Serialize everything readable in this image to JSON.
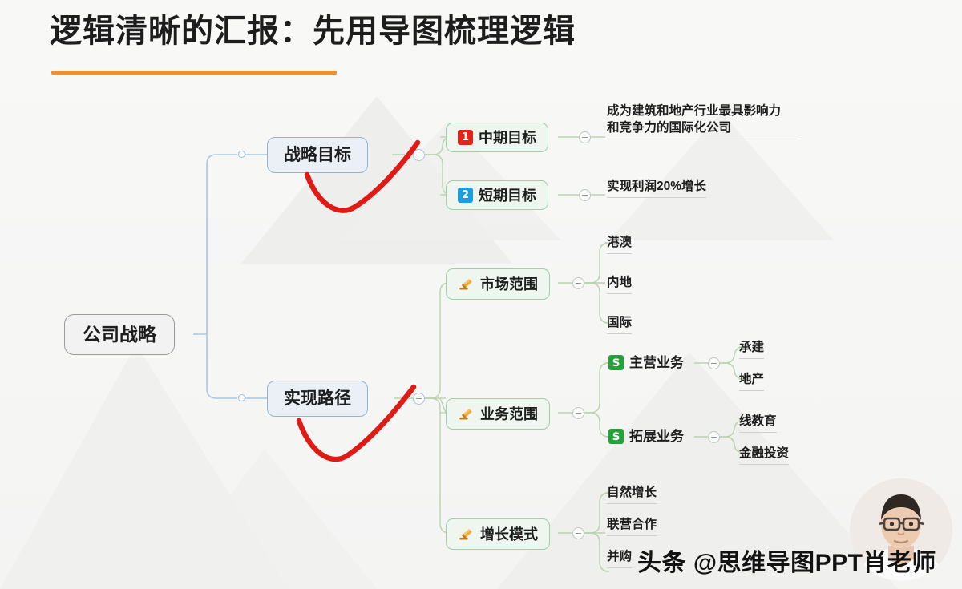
{
  "page": {
    "title": "逻辑清晰的汇报：先用导图梳理逻辑",
    "accent_underline_color": "#e8913a",
    "background_color": "#f6f6f5"
  },
  "watermark": {
    "text": "头条 @思维导图PPT肖老师"
  },
  "avatar": {
    "alt": "讲师头像"
  },
  "mindmap": {
    "root": {
      "label": "公司战略"
    },
    "branches": [
      {
        "label": "战略目标",
        "color": "#8eb4d6",
        "children": [
          {
            "label": "中期目标",
            "icon": "badge-number-1",
            "icon_color": "#e1251b",
            "leaves": [
              "成为建筑和地产行业最具影响力和竞争力的国际化公司"
            ]
          },
          {
            "label": "短期目标",
            "icon": "badge-number-2",
            "icon_color": "#1b9de1",
            "leaves": [
              "实现利润20%增长"
            ]
          }
        ]
      },
      {
        "label": "实现路径",
        "color": "#8eb4d6",
        "children": [
          {
            "label": "市场范围",
            "icon": "gavel-icon",
            "leaves": [
              "港澳",
              "内地",
              "国际"
            ]
          },
          {
            "label": "业务范围",
            "icon": "gavel-icon",
            "subnodes": [
              {
                "label": "主营业务",
                "icon": "badge-dollar",
                "icon_color": "#22a33a",
                "leaves": [
                  "承建",
                  "地产"
                ]
              },
              {
                "label": "拓展业务",
                "icon": "badge-dollar",
                "icon_color": "#22a33a",
                "leaves": [
                  "线教育",
                  "金融投资"
                ]
              }
            ]
          },
          {
            "label": "增长模式",
            "icon": "gavel-icon",
            "leaves": [
              "自然增长",
              "联营合作",
              "并购"
            ]
          }
        ]
      }
    ]
  },
  "nodes": {
    "root": "公司战略",
    "b1": "战略目标",
    "b2": "实现路径",
    "b1c1": "中期目标",
    "b1c1_badge": "1",
    "b1c2": "短期目标",
    "b1c2_badge": "2",
    "b2c1": "市场范围",
    "b2c2": "业务范围",
    "b2c3": "增长模式",
    "b2c2s1": "主营业务",
    "b2c2s2": "拓展业务",
    "dollar": "$"
  },
  "leaves": {
    "goal_mid_line1": "成为建筑和地产行业最具影响力",
    "goal_mid_line2": "和竞争力的国际化公司",
    "goal_short": "实现利润20%增长",
    "market_1": "港澳",
    "market_2": "内地",
    "market_3": "国际",
    "main_1": "承建",
    "main_2": "地产",
    "ext_1": "线教育",
    "ext_2": "金融投资",
    "growth_1": "自然增长",
    "growth_2": "联营合作",
    "growth_3": "并购"
  },
  "annotation": {
    "highlight_color": "#e01b16",
    "strokes": "two red hand-drawn swoosh marks under the two level-1 nodes"
  }
}
